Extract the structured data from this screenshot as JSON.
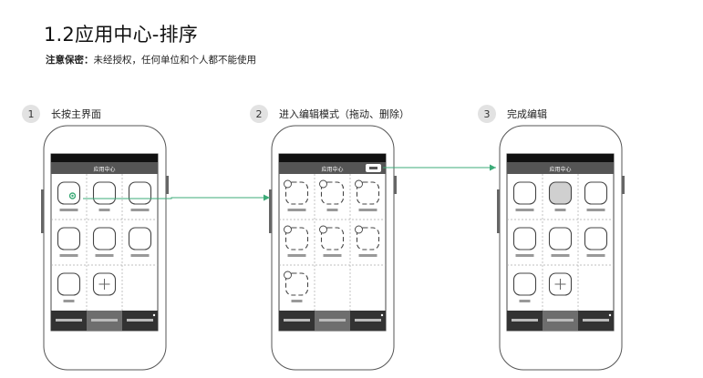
{
  "page": {
    "title": "1.2应用中心-排序",
    "note_label": "注意保密：",
    "note_text": "未经授权，任何单位和个人都不能使用"
  },
  "steps": [
    {
      "num": "1",
      "label": "长按主界面"
    },
    {
      "num": "2",
      "label": "进入编辑模式（拖动、删除）"
    },
    {
      "num": "3",
      "label": "完成编辑"
    }
  ],
  "phones": [
    {
      "header_title": "应用中心",
      "mode": "normal",
      "highlight": -1,
      "show_done": false
    },
    {
      "header_title": "应用中心",
      "mode": "editing",
      "highlight": -1,
      "show_done": true
    },
    {
      "header_title": "应用中心",
      "mode": "done",
      "highlight": 1,
      "show_done": false
    }
  ],
  "colors": {
    "arrow": "#3dab78",
    "header_bg": "#555555",
    "status_bg": "#111111",
    "tabbar_bg": "#333333",
    "tab_active": "#6e6e6e"
  }
}
